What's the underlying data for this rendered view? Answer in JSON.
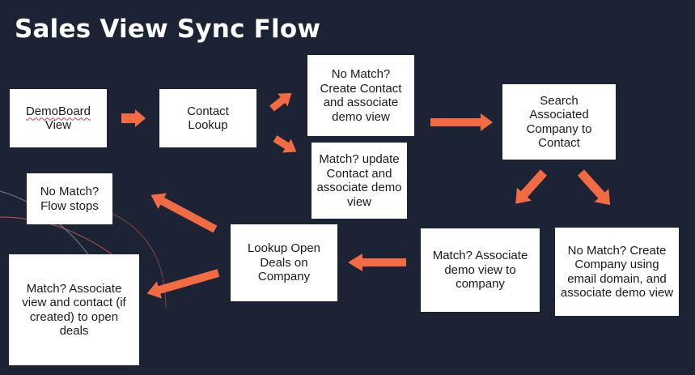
{
  "slide": {
    "title": "Sales View Sync Flow"
  },
  "nodes": {
    "demoboard": {
      "line1": "DemoBoard",
      "line2": "View"
    },
    "contact_lookup": {
      "text": "Contact Lookup"
    },
    "no_match_create_contact": {
      "text": "No Match? Create Contact and associate demo view"
    },
    "match_update_contact": {
      "text": "Match? update Contact and associate demo view"
    },
    "search_company": {
      "text": "Search Associated Company to Contact"
    },
    "match_associate_company": {
      "text": "Match? Associate demo view to company"
    },
    "no_match_create_company": {
      "text": "No Match? Create Company using email domain, and associate demo view"
    },
    "lookup_deals": {
      "text": "Lookup Open Deals on Company"
    },
    "no_match_flow_stops": {
      "text": "No Match? Flow stops"
    },
    "match_associate_deals": {
      "text": "Match? Associate view and contact (if created) to open deals"
    }
  },
  "colors": {
    "background": "#1c2335",
    "arrow": "#f26b43",
    "box": "#ffffff",
    "title": "#ffffff"
  }
}
